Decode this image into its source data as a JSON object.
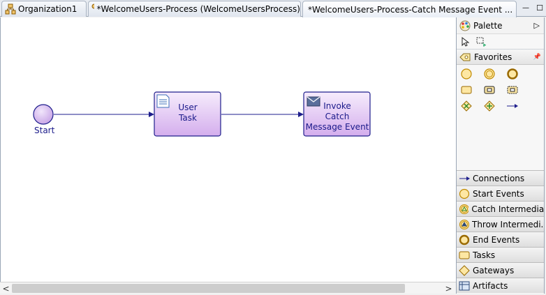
{
  "tabs": [
    {
      "label": "Organization1",
      "icon": "organization-icon",
      "active": false
    },
    {
      "label": "*WelcomeUsers-Process (WelcomeUsersProcess)",
      "icon": "process-icon",
      "active": false
    },
    {
      "label": "*WelcomeUsers-Process-Catch Message Event ...",
      "icon": "process-flow-icon",
      "active": true,
      "close_glyph": "⊠"
    }
  ],
  "window_controls": {
    "minimize": "—",
    "maximize": "☐"
  },
  "diagram": {
    "start_event": {
      "label": "Start"
    },
    "user_task": {
      "label_line1": "User",
      "label_line2": "Task"
    },
    "invoke_task": {
      "label_line1": "Invoke",
      "label_line2": "Catch",
      "label_line3": "Message Event"
    },
    "colors": {
      "stroke": "#1e1e8c",
      "task_fill_top": "#f3e6fb",
      "task_fill_bottom": "#d7b3ee",
      "event_fill": "#dcc6f0"
    }
  },
  "palette": {
    "title": "Palette",
    "collapse_glyph": "▷",
    "favorites_title": "Favorites",
    "pin_glyph": "📌",
    "drawers": [
      {
        "label": "Connections",
        "icon": "connection-icon"
      },
      {
        "label": "Start Events",
        "icon": "start-event-icon"
      },
      {
        "label": "Catch Intermedia...",
        "icon": "catch-intermediate-icon"
      },
      {
        "label": "Throw Intermedi...",
        "icon": "throw-intermediate-icon"
      },
      {
        "label": "End Events",
        "icon": "end-event-icon"
      },
      {
        "label": "Tasks",
        "icon": "task-icon"
      },
      {
        "label": "Gateways",
        "icon": "gateway-icon"
      },
      {
        "label": "Artifacts",
        "icon": "artifact-icon"
      }
    ]
  },
  "scrollbar": {
    "left_arrow": "<",
    "right_arrow": ">"
  }
}
